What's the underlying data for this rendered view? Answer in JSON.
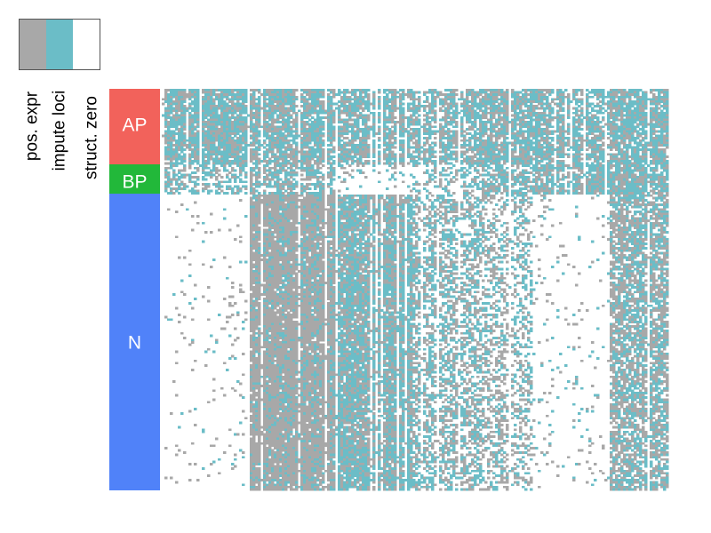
{
  "chart_data": {
    "type": "heatmap",
    "legend": {
      "entries": [
        {
          "label": "pos. expr",
          "color": "#a8a8a8"
        },
        {
          "label": "impute loci",
          "color": "#6bbdc7"
        },
        {
          "label": "struct. zero",
          "color": "#ffffff"
        }
      ]
    },
    "row_groups": [
      {
        "label": "AP",
        "color": "#f2625b",
        "rows": 33
      },
      {
        "label": "BP",
        "color": "#22b83a",
        "rows": 13
      },
      {
        "label": "N",
        "color": "#5082f9",
        "rows": 129
      }
    ],
    "columns": 190,
    "cell_states": [
      "pos. expr",
      "impute loci",
      "struct. zero"
    ]
  }
}
